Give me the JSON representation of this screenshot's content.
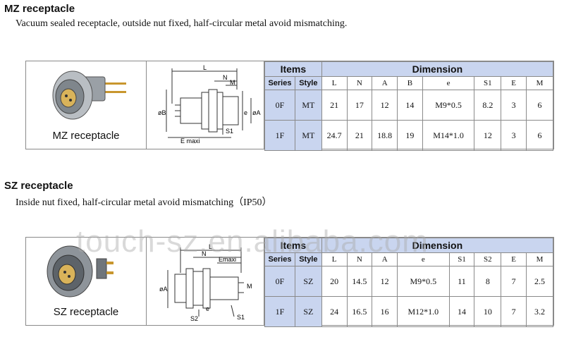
{
  "mz": {
    "title": "MZ receptacle",
    "subtitle": "Vacuum sealed receptacle, outside nut fixed, half-circular metal avoid mismatching.",
    "photo_label": "MZ receptacle",
    "drawing": {
      "L": "L",
      "N": "N",
      "M": "M",
      "B": "øB",
      "e": "e",
      "A": "øA",
      "S1": "S1",
      "E": "E  maxi"
    },
    "table": {
      "items": "Items",
      "dimension": "Dimension",
      "headers": [
        "Series",
        "Style",
        "L",
        "N",
        "A",
        "B",
        "e",
        "S1",
        "E",
        "M"
      ],
      "rows": [
        [
          "0F",
          "MT",
          "21",
          "17",
          "12",
          "14",
          "M9*0.5",
          "8.2",
          "3",
          "6"
        ],
        [
          "1F",
          "MT",
          "24.7",
          "21",
          "18.8",
          "19",
          "M14*1.0",
          "12",
          "3",
          "6"
        ]
      ]
    }
  },
  "sz": {
    "title": "SZ receptacle",
    "subtitle": "Inside nut fixed, half-circular metal avoid mismatching（IP50）",
    "photo_label": "SZ receptacle",
    "drawing": {
      "L": "L",
      "N": "N",
      "Emaxi": "Emaxi",
      "A": "øA",
      "e": "e",
      "M": "M",
      "S2": "S2",
      "S1": "S1"
    },
    "table": {
      "items": "Items",
      "dimension": "Dimension",
      "headers": [
        "Series",
        "Style",
        "L",
        "N",
        "A",
        "e",
        "S1",
        "S2",
        "E",
        "M"
      ],
      "rows": [
        [
          "0F",
          "SZ",
          "20",
          "14.5",
          "12",
          "M9*0.5",
          "11",
          "8",
          "7",
          "2.5"
        ],
        [
          "1F",
          "SZ",
          "24",
          "16.5",
          "16",
          "M12*1.0",
          "14",
          "10",
          "7",
          "3.2"
        ]
      ]
    }
  },
  "watermark": "touch-sz.en.alibaba.com"
}
